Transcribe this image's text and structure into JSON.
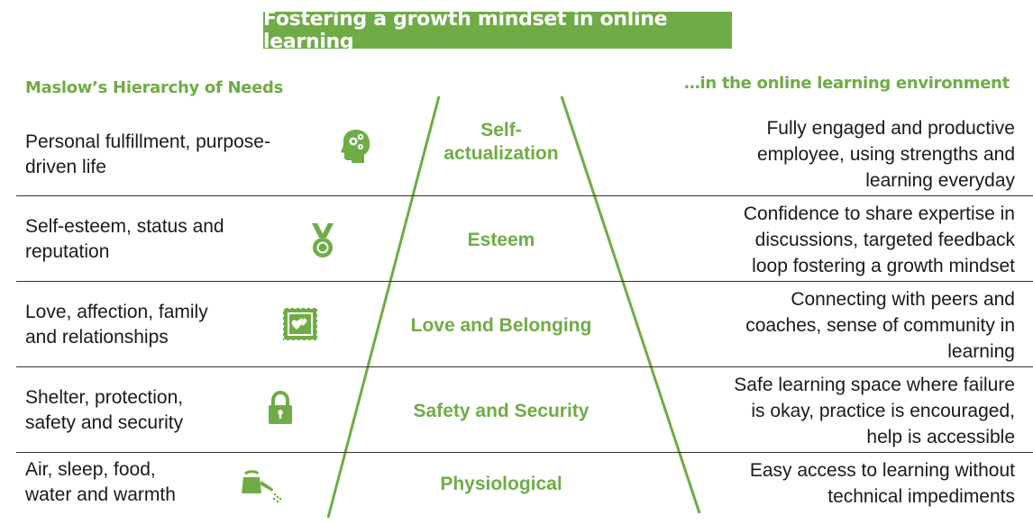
{
  "title": "Fostering a growth mindset in online learning",
  "header_left": "Maslow’s Hierarchy of Needs",
  "header_right": "…in the online learning environment",
  "accent_color": "#6fac46",
  "rows": [
    {
      "need": "Personal fulfillment, purpose-driven life",
      "need_lines": [
        "Personal fulfillment, purpose-",
        "driven life"
      ],
      "icon": "head-gears-icon",
      "level_lines": [
        "Self-",
        "actualization"
      ],
      "environment": [
        "Fully engaged and productive",
        "employee, using strengths and",
        "learning everyday"
      ]
    },
    {
      "need_lines": [
        "Self-esteem, status and",
        "reputation"
      ],
      "icon": "medal-icon",
      "level_lines": [
        "Esteem"
      ],
      "environment": [
        "Confidence to share expertise in",
        "discussions, targeted feedback",
        "loop fostering a growth mindset"
      ]
    },
    {
      "need_lines": [
        "Love, affection, family",
        "and relationships"
      ],
      "icon": "hearts-stamp-icon",
      "level_lines": [
        "Love and Belonging"
      ],
      "environment": [
        "Connecting with peers and",
        "coaches, sense of community in",
        "learning"
      ]
    },
    {
      "need_lines": [
        "Shelter, protection,",
        "safety and security"
      ],
      "icon": "padlock-icon",
      "level_lines": [
        "Safety and Security"
      ],
      "environment": [
        "Safe learning space where failure",
        "is okay, practice is encouraged,",
        "help is accessible"
      ]
    },
    {
      "need_lines": [
        "Air, sleep, food,",
        "water and warmth"
      ],
      "icon": "watering-can-icon",
      "level_lines": [
        "Physiological"
      ],
      "environment": [
        "Easy access to learning without",
        "technical impediments"
      ]
    }
  ]
}
